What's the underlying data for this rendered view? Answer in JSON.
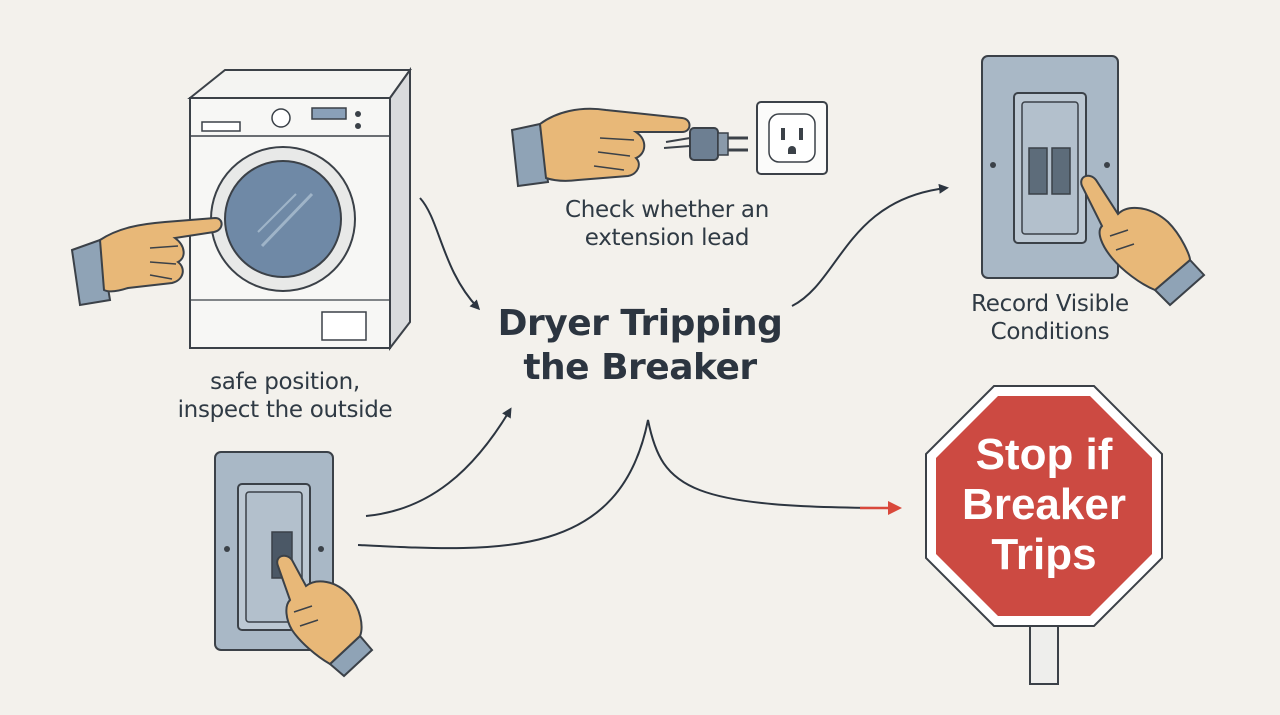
{
  "title": {
    "line1": "Dryer Tripping",
    "line2": "the Breaker"
  },
  "steps": {
    "inspect": {
      "line1": "safe position,",
      "line2": "inspect the outside"
    },
    "extension": {
      "line1": "Check whether an",
      "line2": "extension lead"
    },
    "record": {
      "line1": "Record Visible",
      "line2": "Conditions"
    }
  },
  "stop_sign": {
    "line1": "Stop if",
    "line2": "Breaker",
    "line3": "Trips"
  },
  "colors": {
    "background": "#f3f1ec",
    "ink": "#2c3540",
    "panel_blue": "#a9b8c6",
    "skin": "#e8b878",
    "stop_red": "#cc4a42",
    "arrow_red": "#d9483b"
  },
  "icons": [
    "washing-machine-icon",
    "pointing-hand-icon",
    "power-plug-icon",
    "wall-outlet-icon",
    "breaker-panel-icon",
    "stop-sign-icon"
  ]
}
